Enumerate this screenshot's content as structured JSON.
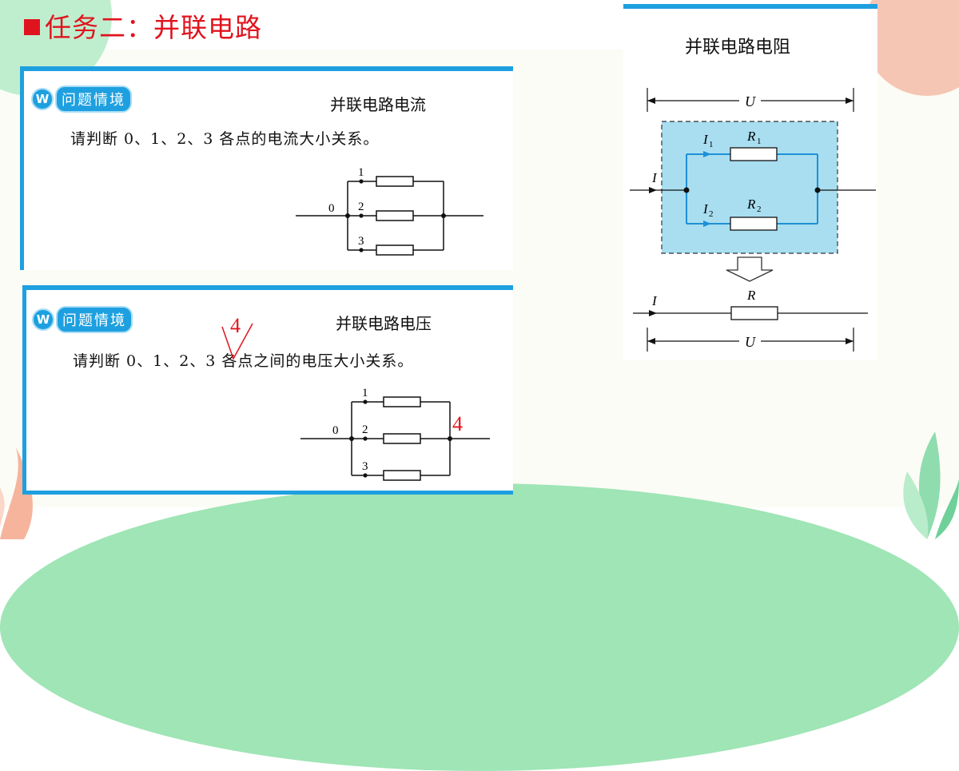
{
  "page_title": "任务二：并联电路",
  "panel_current": {
    "badge_w": "W",
    "badge_label": "问题情境",
    "title": "并联电路电流",
    "question": "请判断 0、1、2、3 各点的电流大小关系。",
    "nodes": [
      "0",
      "1",
      "2",
      "3"
    ]
  },
  "panel_voltage": {
    "badge_w": "W",
    "badge_label": "问题情境",
    "title": "并联电路电压",
    "question": "请判断 0、1、2、3 各点之间的电压大小关系。",
    "nodes": [
      "0",
      "1",
      "2",
      "3"
    ],
    "annotation_insert": "4",
    "annotation_node": "4"
  },
  "panel_resistance": {
    "title": "并联电路电阻",
    "label_U": "U",
    "label_I": "I",
    "label_I1": "I",
    "label_I1_sub": "1",
    "label_I2": "I",
    "label_I2_sub": "2",
    "label_R1": "R",
    "label_R1_sub": "1",
    "label_R2": "R",
    "label_R2_sub": "2",
    "label_R": "R",
    "label_I_bottom": "I",
    "label_U_bottom": "U"
  },
  "colors": {
    "accent_blue": "#1ea0e0",
    "title_red": "#e0141e",
    "shade_blue": "#a8def0"
  }
}
